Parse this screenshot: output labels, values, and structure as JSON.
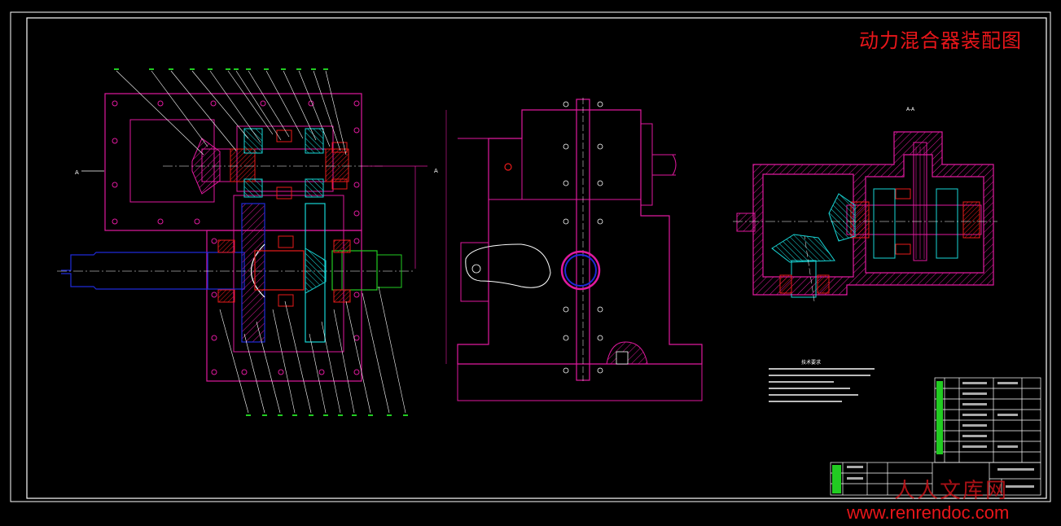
{
  "drawing": {
    "title": "动力混合器装配图",
    "watermark": "人人文库网",
    "website": "www.renrendoc.com",
    "section_a_left": "A",
    "section_a_right": "A",
    "section_view_label": "A-A",
    "notes_heading": "技术要求"
  },
  "colors": {
    "background": "#000000",
    "frame": "#ffffff",
    "housing": "#e0199e",
    "shaft": "#1f2bd8",
    "gear_cyan": "#18d6d6",
    "hatch_red": "#e81a1a",
    "leader": "#ffffff",
    "balloon": "#22cc22",
    "title_red": "#e8161a"
  }
}
